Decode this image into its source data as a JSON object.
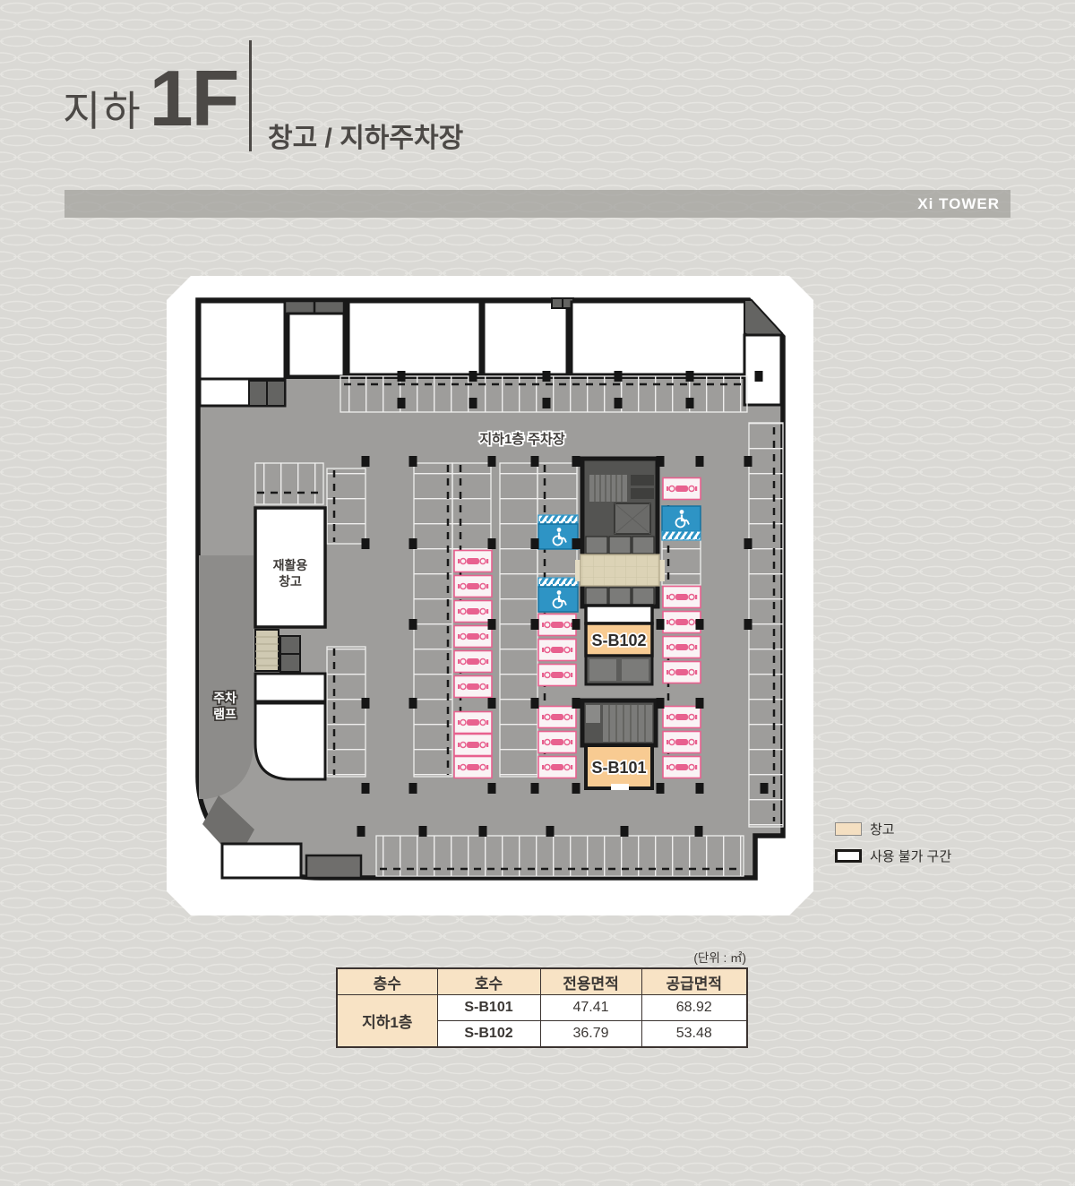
{
  "header": {
    "floor_prefix": "지하",
    "floor_big": "1F",
    "subtitle": "창고 / 지하주차장",
    "tower_label": "Xi TOWER"
  },
  "plan": {
    "parking_label": "지하1층 주차장",
    "recycle_label_line1": "재활용",
    "recycle_label_line2": "창고",
    "ramp_label_line1": "주차",
    "ramp_label_line2": "램프",
    "unit_b102": "S-B102",
    "unit_b101": "S-B101"
  },
  "legend": {
    "warehouse": "창고",
    "unusable": "사용 불가 구간"
  },
  "table": {
    "unit_note": "(단위 : ㎡)",
    "headers": [
      "층수",
      "호수",
      "전용면적",
      "공급면적"
    ],
    "floor_label": "지하1층",
    "rows": [
      {
        "unit": "S-B101",
        "exclusive": "47.41",
        "supply": "68.92"
      },
      {
        "unit": "S-B102",
        "exclusive": "36.79",
        "supply": "53.48"
      }
    ]
  },
  "colors": {
    "background": "#dad9d5",
    "title_text": "#4c4946",
    "tower_bar": "#a09e9a",
    "floor_gray": "#9e9d9b",
    "ramp_gray": "#8f8e8c",
    "wall_black": "#181818",
    "warehouse_peach": "#f8cb92",
    "legend_peach": "#f4dfc1",
    "ev_pink": "#e8618f",
    "disabled_blue": "#2e94c5",
    "lobby_beige": "#dcd3b6",
    "table_border": "#3b3330",
    "table_header_bg": "#f8e3c5"
  }
}
